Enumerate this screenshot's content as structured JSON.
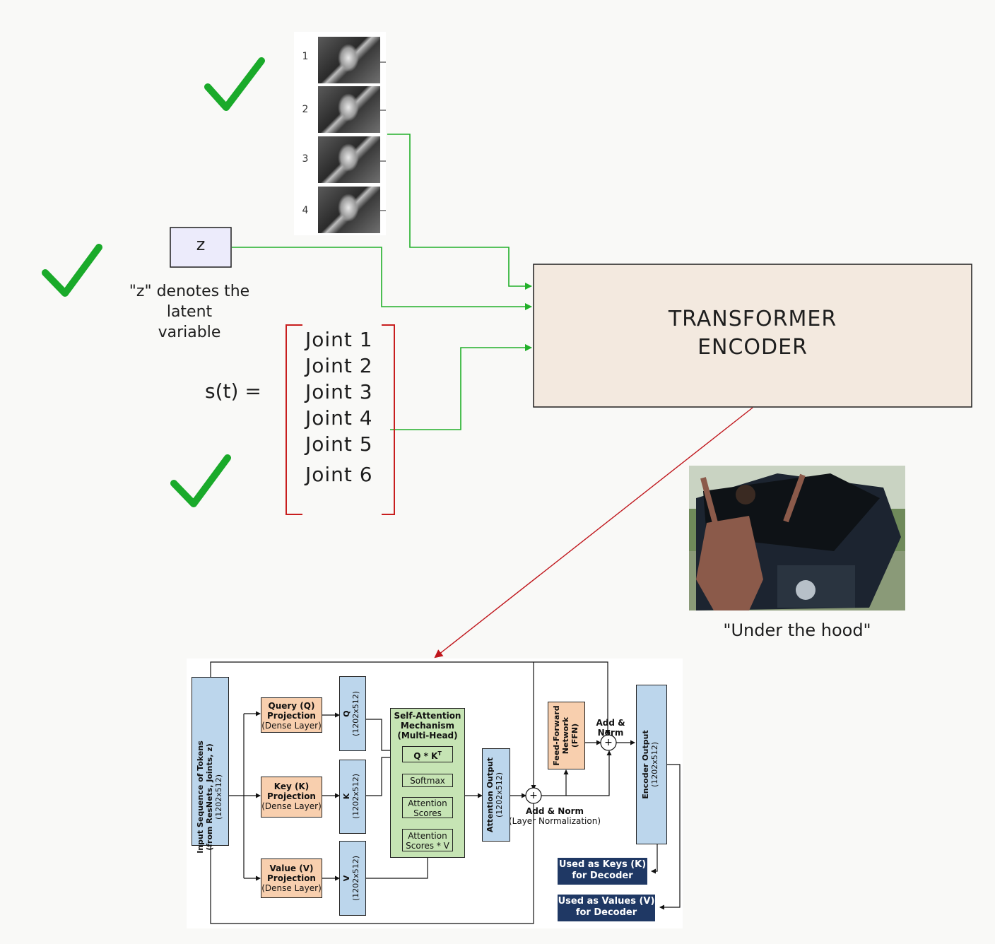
{
  "frames": {
    "labels": [
      "1",
      "2",
      "3",
      "4"
    ]
  },
  "latent": {
    "box_label": "z",
    "note_line1": "\"z\" denotes the",
    "note_line2": "latent",
    "note_line3": "variable"
  },
  "state": {
    "prefix": "s(t) =",
    "joints": [
      "Joint 1",
      "Joint 2",
      "Joint 3",
      "Joint 4",
      "Joint 5",
      "Joint 6"
    ]
  },
  "encoder": {
    "line1": "TRANSFORMER",
    "line2": "ENCODER"
  },
  "photo": {
    "caption": "\"Under the hood\""
  },
  "arch": {
    "input_tokens": {
      "l1": "Input Sequence of Tokens",
      "l2": "(from ResNets, Joints, z)",
      "l3": "(1202x512)"
    },
    "query": {
      "l1": "Query (Q)",
      "l2": "Projection",
      "l3": "(Dense Layer)"
    },
    "key": {
      "l1": "Key (K)",
      "l2": "Projection",
      "l3": "(Dense Layer)"
    },
    "value": {
      "l1": "Value (V)",
      "l2": "Projection",
      "l3": "(Dense Layer)"
    },
    "q": {
      "l1": "Q",
      "l2": "(1202x512)"
    },
    "k": {
      "l1": "K",
      "l2": "(1202x512)"
    },
    "v": {
      "l1": "V",
      "l2": "(1202x512)"
    },
    "self_attn": {
      "l1": "Self-Attention",
      "l2": "Mechanism",
      "l3": "(Multi-Head)"
    },
    "qk": "Q * K",
    "qk_sup": "T",
    "softmax": "Softmax",
    "scores": {
      "l1": "Attention",
      "l2": "Scores"
    },
    "scores_v": {
      "l1": "Attention",
      "l2": "Scores * V"
    },
    "attn_out": {
      "l1": "Attention Output",
      "l2": "(1202x512)"
    },
    "add_norm1": {
      "l1": "Add & Norm",
      "l2": "(Layer Normalization)"
    },
    "ffn": {
      "l1": "Feed-Forward",
      "l2": "Network",
      "l3": "(FFN)"
    },
    "add_norm2": "Add & Norm",
    "enc_out": {
      "l1": "Encoder Output",
      "l2": "(1202x512)"
    },
    "keys_dec": {
      "l1": "Used as Keys (K)",
      "l2": "for Decoder"
    },
    "values_dec": {
      "l1": "Used as Values (V)",
      "l2": "for Decoder"
    },
    "plus": "+"
  },
  "colors": {
    "check": "#1aaa2a",
    "arrow_green": "#22b02a",
    "arrow_red": "#c0161c",
    "bracket": "#c81e1e",
    "encoder_fill": "#f3e9df",
    "z_fill": "#ecebfb",
    "orange": "#f8cfae",
    "blue": "#bcd6ec",
    "green": "#c6e4b4",
    "navy": "#1f3864"
  },
  "icons": [
    "check-icon",
    "check-icon",
    "check-icon",
    "plus-icon"
  ]
}
